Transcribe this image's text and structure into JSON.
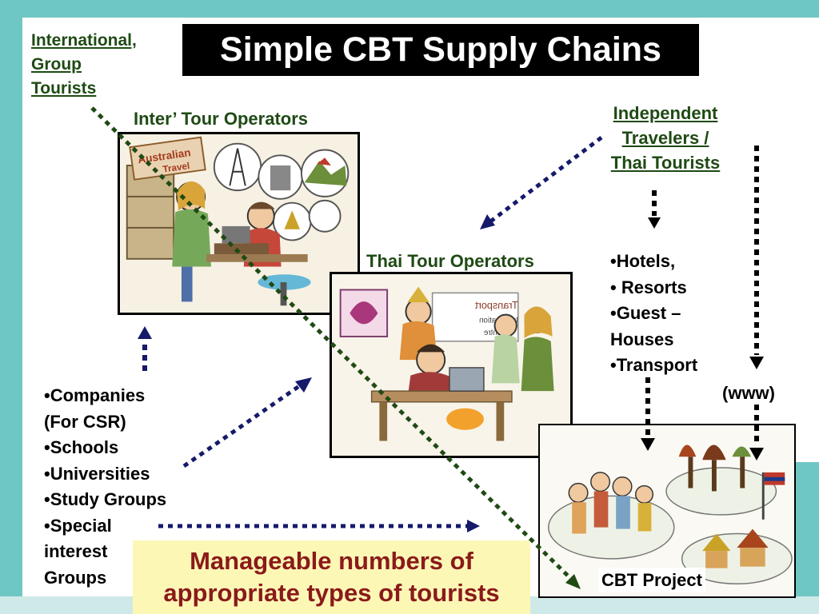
{
  "title": "Simple CBT Supply Chains",
  "intl_group_tourists": [
    "International,",
    "Group",
    "Tourists"
  ],
  "inter_tour_operators": "Inter’ Tour Operators",
  "independent_travelers": [
    "Independent",
    "Travelers /",
    "Thai Tourists"
  ],
  "thai_tour_operators": "Thai Tour Operators",
  "accommodation_list": [
    "•Hotels,",
    "• Resorts",
    "•Guest –",
    "Houses",
    "•Transport"
  ],
  "www_label": "(www)",
  "groups_list": [
    "•Companies",
    "(For CSR)",
    "•Schools",
    "•Universities",
    "•Study Groups",
    "•Special",
    "interest",
    "Groups"
  ],
  "cbt_project": "CBT Project",
  "manageable_note": [
    "Manageable numbers of",
    "appropriate types of tourists"
  ],
  "illustration_sign_text": [
    "Australian",
    "Travel"
  ],
  "thai_office_sign_text": [
    "Transport",
    "Information",
    "Centre"
  ],
  "colors": {
    "background": "#6fc7c4",
    "title_bg": "#000000",
    "green_arrow": "#1f4a14",
    "navy_arrow": "#151a6a",
    "note_bg": "#fdf7b6",
    "note_text": "#8a1a1a"
  }
}
